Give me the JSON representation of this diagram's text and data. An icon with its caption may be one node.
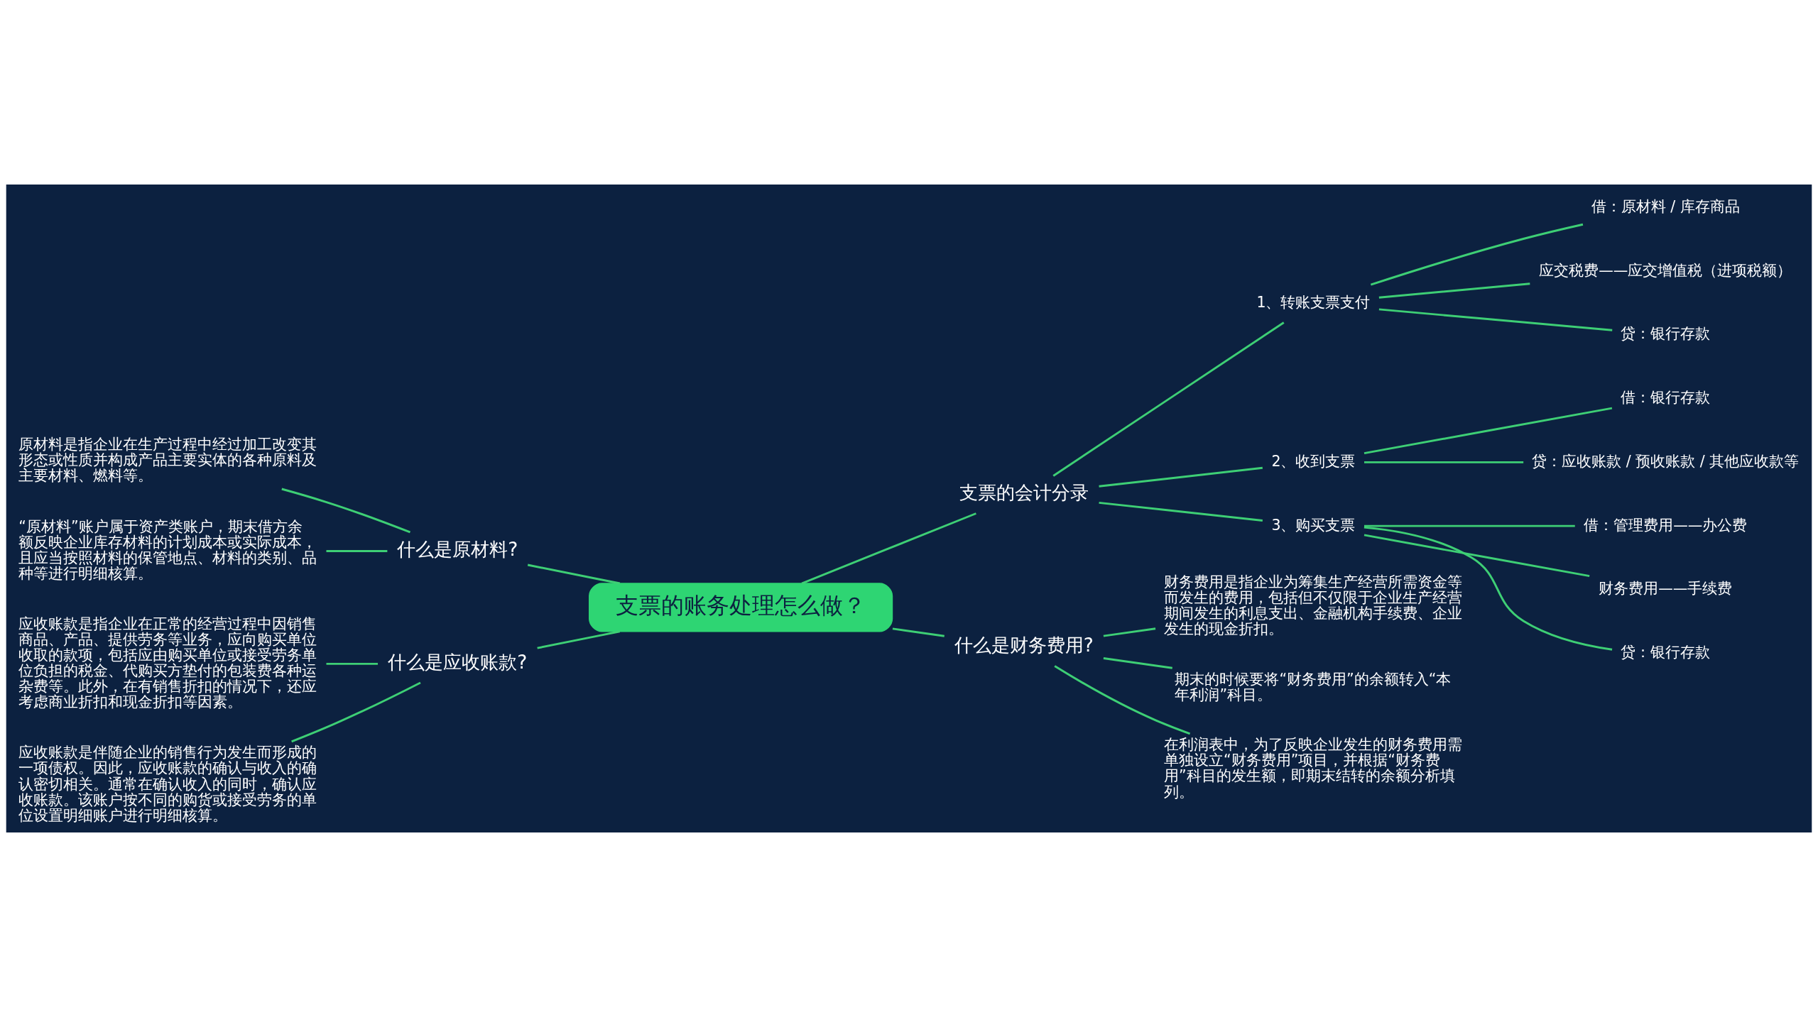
{
  "diagram": {
    "nodes": [
      {
        "text": [
          "支票的账务处理怎么做？"
        ]
      },
      {
        "text": [
          "支票的会计分录"
        ]
      },
      {
        "text": [
          "1、转账支票支付"
        ]
      },
      {
        "text": [
          "借：原材料 / 库存商品"
        ]
      },
      {
        "text": [
          "应交税费——应交增值税（进项税额）"
        ]
      },
      {
        "text": [
          "贷：银行存款"
        ]
      },
      {
        "text": [
          "2、收到支票"
        ]
      },
      {
        "text": [
          "借：银行存款"
        ]
      },
      {
        "text": [
          "贷：应收账款 / 预收账款 / 其他应收款等"
        ]
      },
      {
        "text": [
          "3、购买支票"
        ]
      },
      {
        "text": [
          "借：管理费用——办公费"
        ]
      },
      {
        "text": [
          "财务费用——手续费"
        ]
      },
      {
        "text": [
          "贷：银行存款"
        ]
      },
      {
        "text": [
          "什么是财务费用?"
        ]
      },
      {
        "text": [
          "财务费用是指企业为筹集生产经营所需资金等而发生的费用，包括但不仅限于企业生产经营期间发生的利息支出、金融机构手续费、企业发生的现金折扣。"
        ]
      },
      {
        "text": [
          "期末的时候要将“财务费用”的余额转入“本年利润”科目。"
        ]
      },
      {
        "text": [
          "在利润表中，为了反映企业发生的财务费用需单独设立“财务费用”项目，并根据“财务费用”科目的发生额，即期末结转的余额分析填列。"
        ]
      },
      {
        "text": [
          "什么是原材料?"
        ]
      },
      {
        "text": [
          "原材料是指企业在生产过程中经过加工改变其形态或性质并构成产品主要实体的各种原料及主要材料、燃料等。"
        ]
      },
      {
        "text": [
          "“原材料”账户属于资产类账户，期末借方余额反映企业库存材料的计划成本或实际成本，且应当按照材料的保管地点、材料的类别、品种等进行明细核算。"
        ]
      },
      {
        "text": [
          "什么是应收账款?"
        ]
      },
      {
        "text": [
          "应收账款是指企业在正常的经营过程中因销售商品、产品、提供劳务等业务，应向购买单位收取的款项，包括应由购买单位或接受劳务单位负担的税金、代购买方垫付的包装费各种运杂费等。此外，在有销售折扣的情况下，还应考虑商业折扣和现金折扣等因素。"
        ]
      },
      {
        "text": [
          "应收账款是伴随企业的销售行为发生而形成的一项债权。因此，应收账款的确认与收入的确认密切相关。通常在确认收入的同时，确认应收账款。该账户按不同的购货或接受劳务的单位设置明细账户进行明细核算。"
        ]
      }
    ],
    "edges": [
      {
        "from": 0,
        "to": 1,
        "arrow": "none"
      },
      {
        "from": 1,
        "to": 2,
        "arrow": "none"
      },
      {
        "from": 2,
        "to": 3,
        "arrow": "none"
      },
      {
        "from": 2,
        "to": 4,
        "arrow": "none"
      },
      {
        "from": 2,
        "to": 5,
        "arrow": "none"
      },
      {
        "from": 1,
        "to": 6,
        "arrow": "none"
      },
      {
        "from": 6,
        "to": 7,
        "arrow": "none"
      },
      {
        "from": 6,
        "to": 8,
        "arrow": "none"
      },
      {
        "from": 1,
        "to": 9,
        "arrow": "none"
      },
      {
        "from": 9,
        "to": 10,
        "arrow": "none"
      },
      {
        "from": 9,
        "to": 11,
        "arrow": "none"
      },
      {
        "from": 9,
        "to": 12,
        "arrow": "none"
      },
      {
        "from": 0,
        "to": 13,
        "arrow": "none"
      },
      {
        "from": 13,
        "to": 14,
        "arrow": "none"
      },
      {
        "from": 13,
        "to": 15,
        "arrow": "none"
      },
      {
        "from": 13,
        "to": 16,
        "arrow": "none"
      },
      {
        "from": 0,
        "to": 17,
        "arrow": "none"
      },
      {
        "from": 17,
        "to": 18,
        "arrow": "none"
      },
      {
        "from": 17,
        "to": 19,
        "arrow": "none"
      },
      {
        "from": 0,
        "to": 20,
        "arrow": "none"
      },
      {
        "from": 20,
        "to": 21,
        "arrow": "none"
      },
      {
        "from": 20,
        "to": 22,
        "arrow": "none"
      }
    ]
  }
}
